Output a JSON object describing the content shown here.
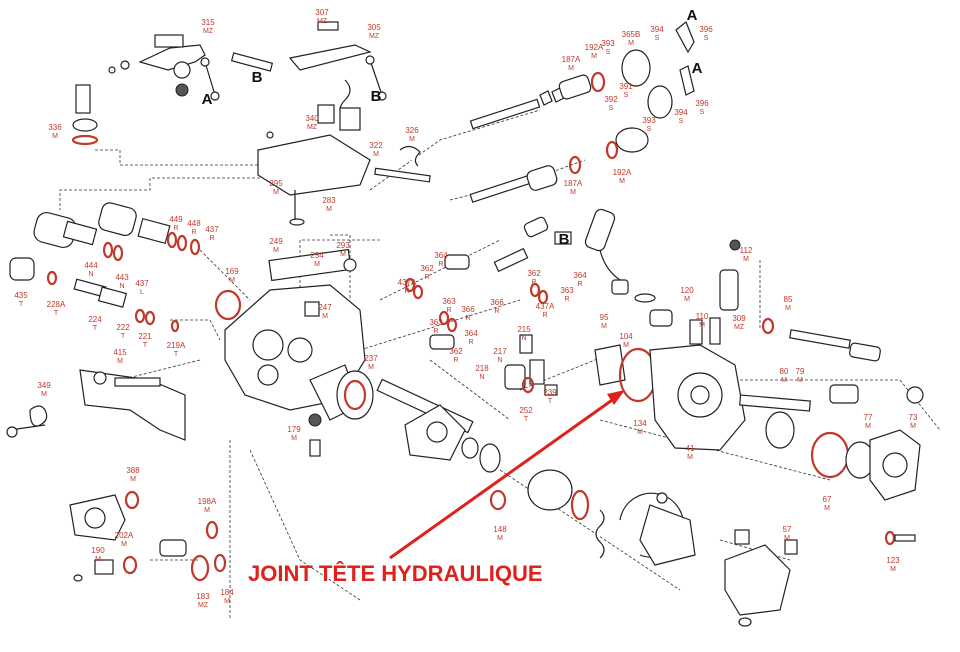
{
  "callout": {
    "text": "JOINT TÊTE HYDRAULIQUE",
    "color": "#e0201a"
  },
  "letters": [
    "A",
    "B",
    "B",
    "A",
    "A",
    "B"
  ],
  "labels": [
    {
      "num": "315",
      "code": "MZ"
    },
    {
      "num": "307",
      "code": "MZ"
    },
    {
      "num": "305",
      "code": "MZ"
    },
    {
      "num": "394",
      "code": "S"
    },
    {
      "num": "396",
      "code": "S"
    },
    {
      "num": "365B",
      "code": "M"
    },
    {
      "num": "393",
      "code": "S"
    },
    {
      "num": "192A",
      "code": "M"
    },
    {
      "num": "187A",
      "code": "M"
    },
    {
      "num": "391",
      "code": "S"
    },
    {
      "num": "392",
      "code": "S"
    },
    {
      "num": "393",
      "code": "S"
    },
    {
      "num": "394",
      "code": "S"
    },
    {
      "num": "396",
      "code": "S"
    },
    {
      "num": "187A",
      "code": "M"
    },
    {
      "num": "192A",
      "code": "M"
    },
    {
      "num": "336",
      "code": "M"
    },
    {
      "num": "340",
      "code": "MZ"
    },
    {
      "num": "326",
      "code": "M"
    },
    {
      "num": "322",
      "code": "M"
    },
    {
      "num": "295",
      "code": "M"
    },
    {
      "num": "283",
      "code": "M"
    },
    {
      "num": "449",
      "code": "R"
    },
    {
      "num": "448",
      "code": "R"
    },
    {
      "num": "437",
      "code": "R"
    },
    {
      "num": "444",
      "code": "N"
    },
    {
      "num": "443",
      "code": "N"
    },
    {
      "num": "437",
      "code": "L"
    },
    {
      "num": "435",
      "code": "T"
    },
    {
      "num": "228A",
      "code": "T"
    },
    {
      "num": "224",
      "code": "T"
    },
    {
      "num": "222",
      "code": "T"
    },
    {
      "num": "221",
      "code": "T"
    },
    {
      "num": "219A",
      "code": "T"
    },
    {
      "num": "169",
      "code": "M"
    },
    {
      "num": "249",
      "code": "M"
    },
    {
      "num": "254",
      "code": "M"
    },
    {
      "num": "293",
      "code": "M"
    },
    {
      "num": "247",
      "code": "M"
    },
    {
      "num": "237",
      "code": "M"
    },
    {
      "num": "364",
      "code": "R"
    },
    {
      "num": "362",
      "code": "R"
    },
    {
      "num": "437A",
      "code": "R"
    },
    {
      "num": "363",
      "code": "R"
    },
    {
      "num": "366",
      "code": "R"
    },
    {
      "num": "363",
      "code": "R"
    },
    {
      "num": "364",
      "code": "R"
    },
    {
      "num": "362",
      "code": "R"
    },
    {
      "num": "362",
      "code": "R"
    },
    {
      "num": "364",
      "code": "R"
    },
    {
      "num": "363",
      "code": "R"
    },
    {
      "num": "366",
      "code": "R"
    },
    {
      "num": "437A",
      "code": "R"
    },
    {
      "num": "215",
      "code": "N"
    },
    {
      "num": "217",
      "code": "N"
    },
    {
      "num": "218",
      "code": "N"
    },
    {
      "num": "252",
      "code": "T"
    },
    {
      "num": "239",
      "code": "T"
    },
    {
      "num": "112",
      "code": "M"
    },
    {
      "num": "120",
      "code": "M"
    },
    {
      "num": "95",
      "code": "M"
    },
    {
      "num": "104",
      "code": "M"
    },
    {
      "num": "110",
      "code": "M"
    },
    {
      "num": "309",
      "code": "MZ"
    },
    {
      "num": "85",
      "code": "M"
    },
    {
      "num": "80",
      "code": "M"
    },
    {
      "num": "79",
      "code": "M"
    },
    {
      "num": "77",
      "code": "M"
    },
    {
      "num": "73",
      "code": "M"
    },
    {
      "num": "134",
      "code": "M"
    },
    {
      "num": "41",
      "code": "M"
    },
    {
      "num": "67",
      "code": "M"
    },
    {
      "num": "415",
      "code": "M"
    },
    {
      "num": "349",
      "code": "M"
    },
    {
      "num": "179",
      "code": "M"
    },
    {
      "num": "388",
      "code": "M"
    },
    {
      "num": "198A",
      "code": "M"
    },
    {
      "num": "202A",
      "code": "M"
    },
    {
      "num": "190",
      "code": "M"
    },
    {
      "num": "183",
      "code": "MZ"
    },
    {
      "num": "184",
      "code": "M"
    },
    {
      "num": "148",
      "code": "M"
    },
    {
      "num": "57",
      "code": "M"
    },
    {
      "num": "123",
      "code": "M"
    }
  ]
}
